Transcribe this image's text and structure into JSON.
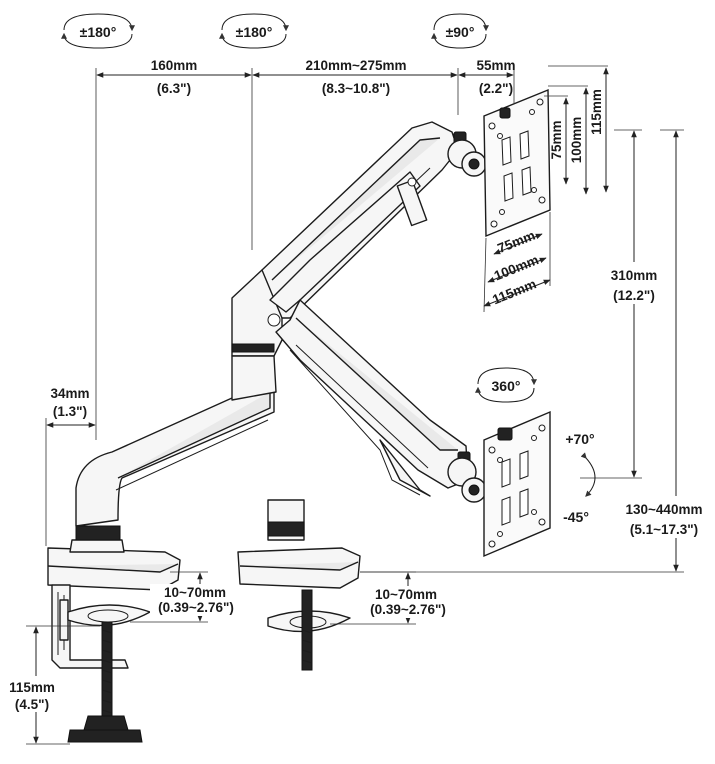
{
  "diagram": {
    "rotation_labels": {
      "base_joint": "±180°",
      "elbow_joint": "±180°",
      "tilt_head_top": "±90°",
      "tilt_head_bottom": "360°"
    },
    "dimensions": {
      "lower_arm_length": {
        "mm": "160mm",
        "inch": "(6.3\")"
      },
      "upper_arm_length": {
        "mm": "210mm~275mm",
        "inch": "(8.3~10.8\")"
      },
      "head_offset": {
        "mm": "55mm",
        "inch": "(2.2\")"
      },
      "pole_offset": {
        "mm": "34mm",
        "inch": "(1.3\")"
      },
      "arm_height_range": {
        "mm": "310mm",
        "inch": "(12.2\")"
      },
      "total_height_range": {
        "mm": "130~440mm",
        "inch": "(5.1~17.3\")"
      },
      "clamp_thickness_left": {
        "mm": "10~70mm",
        "inch": "(0.39~2.76\")"
      },
      "clamp_thickness_right": {
        "mm": "10~70mm",
        "inch": "(0.39~2.76\")"
      },
      "clamp_depth": {
        "mm": "115mm",
        "inch": "(4.5\")"
      }
    },
    "vesa": {
      "horizontal": [
        "75mm",
        "100mm",
        "115mm"
      ],
      "vertical": [
        "75mm",
        "100mm",
        "115mm"
      ]
    },
    "tilt": {
      "up": "+70°",
      "down": "-45°"
    }
  }
}
